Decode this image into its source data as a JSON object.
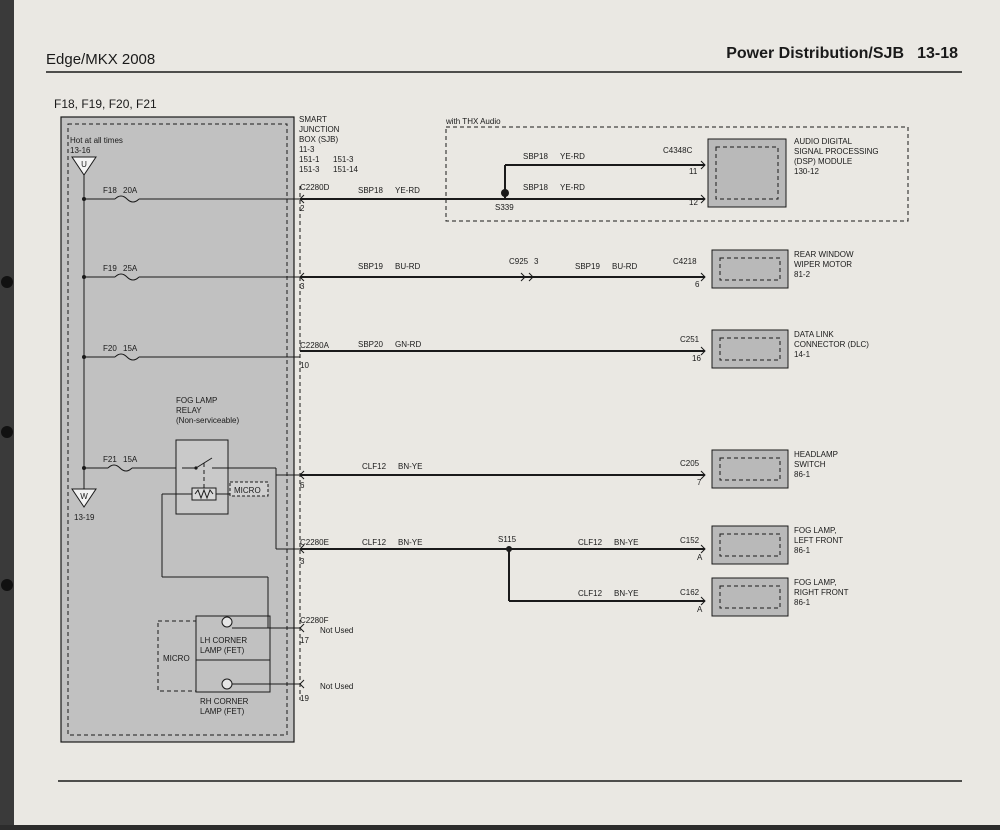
{
  "header": {
    "left": "Edge/MKX 2008",
    "title": "Power Distribution/SJB",
    "page": "13-18"
  },
  "fuse_group": "F18, F19, F20, F21",
  "sjb": {
    "lines": [
      "SMART",
      "JUNCTION",
      "BOX (SJB)",
      "11-3",
      "151-1",
      "151-3",
      "151-3",
      "151-14"
    ]
  },
  "hot": {
    "text": "Hot at all times",
    "ref": "13-16",
    "top_letter": "U",
    "bottom_letter": "W",
    "bottom_ref": "13-19"
  },
  "thx": "with THX Audio",
  "fuses": [
    {
      "name": "F18",
      "amp": "20A"
    },
    {
      "name": "F19",
      "amp": "25A"
    },
    {
      "name": "F20",
      "amp": "15A"
    },
    {
      "name": "F21",
      "amp": "15A"
    }
  ],
  "relay": {
    "lines": [
      "FOG LAMP",
      "RELAY",
      "(Non-serviceable)"
    ],
    "micro": "MICRO"
  },
  "micro2": "MICRO",
  "corner": {
    "lh": [
      "LH CORNER",
      "LAMP (FET)"
    ],
    "rh": [
      "RH CORNER",
      "LAMP (FET)"
    ]
  },
  "connectors": {
    "c2280d": "C2280D",
    "c2280a": "C2280A",
    "c2280e": "C2280E",
    "c2280f": "C2280F",
    "c925": "C925",
    "c925pin": "3",
    "c4348c": "C4348C",
    "c4218": "C4218",
    "c251": "C251",
    "c205": "C205",
    "c152": "C152",
    "c162": "C162"
  },
  "pins": {
    "d2": "2",
    "p3": "3",
    "p10": "10",
    "p6": "6",
    "e3": "3",
    "p17": "17",
    "p19": "19",
    "dsp11": "11",
    "dsp12": "12",
    "wiper6": "6",
    "dlc16": "16",
    "head7": "7",
    "lf_a": "A",
    "rf_a": "A"
  },
  "splices": {
    "s339": "S339",
    "s115": "S115"
  },
  "circuits": {
    "sbp18": "SBP18",
    "sbp19": "SBP19",
    "sbp20": "SBP20",
    "clf12": "CLF12",
    "yerd": "YE-RD",
    "burd": "BU-RD",
    "gnrd": "GN-RD",
    "bnye": "BN-YE"
  },
  "not_used": "Not Used",
  "components": [
    {
      "lines": [
        "AUDIO DIGITAL",
        "SIGNAL PROCESSING",
        "(DSP) MODULE",
        "130-12"
      ]
    },
    {
      "lines": [
        "REAR WINDOW",
        "WIPER MOTOR",
        "81-2"
      ]
    },
    {
      "lines": [
        "DATA LINK",
        "CONNECTOR (DLC)",
        "14-1"
      ]
    },
    {
      "lines": [
        "HEADLAMP",
        "SWITCH",
        "86-1"
      ]
    },
    {
      "lines": [
        "FOG LAMP,",
        "LEFT FRONT",
        "86-1"
      ]
    },
    {
      "lines": [
        "FOG LAMP,",
        "RIGHT FRONT",
        "86-1"
      ]
    }
  ]
}
